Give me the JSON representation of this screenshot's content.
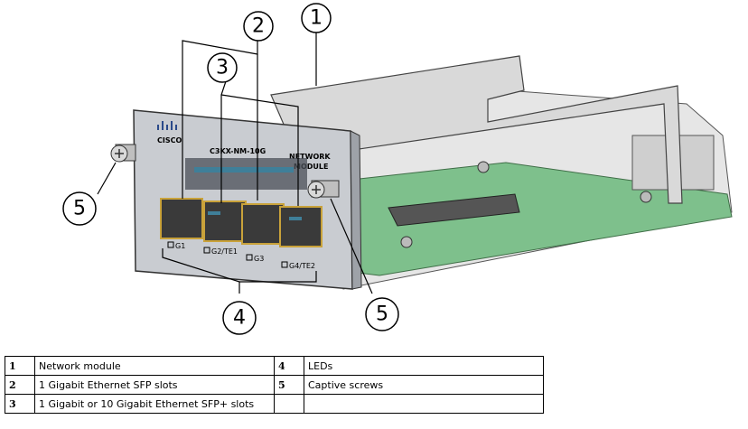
{
  "figure": {
    "brand": "CISCO",
    "model": "C3KX-NM-10G",
    "network_label_1": "NETWORK",
    "network_label_2": "MODULE",
    "port_labels": [
      "G1",
      "G2/TE1",
      "G3",
      "G4/TE2"
    ],
    "callouts": [
      "1",
      "2",
      "3",
      "4",
      "5",
      "5"
    ]
  },
  "legend": {
    "rows": [
      {
        "num_a": "1",
        "desc_a": "Network module",
        "num_b": "4",
        "desc_b": "LEDs"
      },
      {
        "num_a": "2",
        "desc_a": "1 Gigabit Ethernet SFP slots",
        "num_b": "5",
        "desc_b": "Captive screws"
      },
      {
        "num_a": "3",
        "desc_a": "1 Gigabit or 10 Gigabit Ethernet SFP+ slots",
        "num_b": "",
        "desc_b": ""
      }
    ]
  }
}
